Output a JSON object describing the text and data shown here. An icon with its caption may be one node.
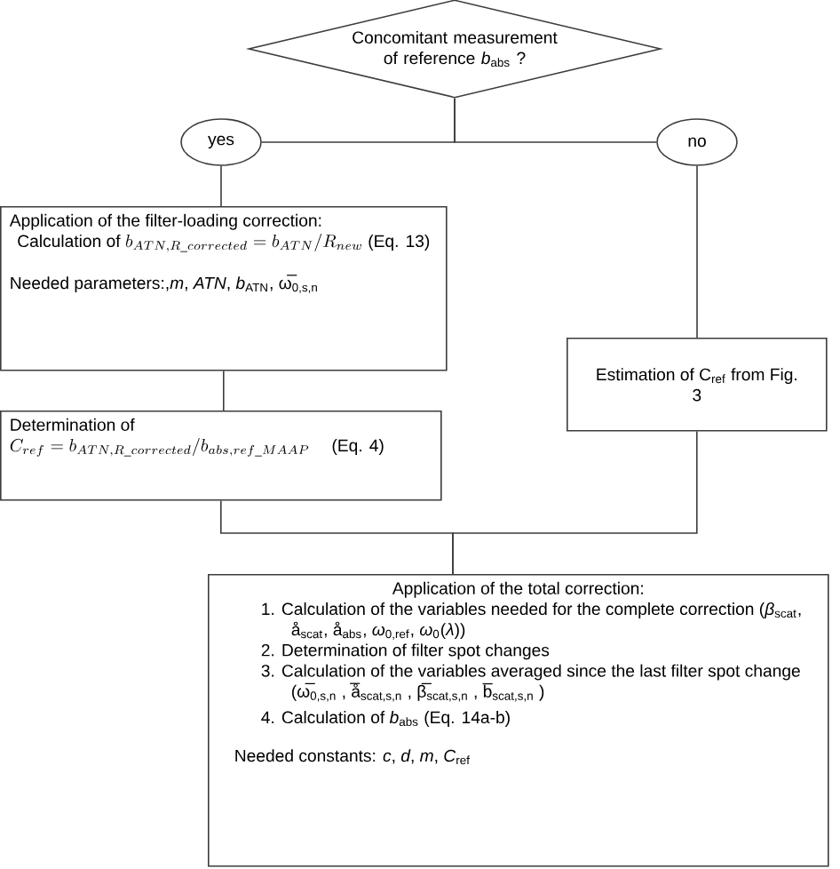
{
  "diagram": {
    "nodes": [
      {
        "text": [
          "Concomitant measurement of reference *b*$_{abs}$ ?"
        ]
      },
      {
        "text": [
          "yes"
        ]
      },
      {
        "text": [
          "no"
        ]
      },
      {
        "text": [
          "Application of the filter-loading correction:",
          "\\text{Calculation of } b_{ATN,R\\_corrected} = b_{ATN} / R_{new} \\text{ (Eq. 13)}",
          "Needed parameters:,*m*, *ATN*, *b*$_{ATN}$, ω̅$_{0,s,n}$"
        ]
      },
      {
        "text": [
          "Determination of",
          "C_{ref} = b_{ATN,R\\_corrected} / b_{abs,ref\\_MAAP} \\text{ \\quad(Eq. 4)}"
        ]
      },
      {
        "text": [
          "Estimation of C$_{ref}$ from Fig. 3"
        ]
      },
      {
        "text": [
          "Application of the total correction:",
          "1. Calculation of the variables needed for the complete correction (*β*$_{scat}$, å$_{scat}$, å$_{abs}$, *ω*$_{0,ref}$, *ω*$_{0}$(*λ*))",
          "2. Determination of filter spot changes",
          "3. Calculation of the variables averaged since the last filter spot change (ω̅$_{0,s,n}$ , å̅$_{scat,s,n}$ , β̅$_{scat,s,n}$ , b̅$_{scat,s,n}$ )",
          "4. Calculation of *b*$_{abs}$ (Eq. 14a-b)",
          "Needed constants: *c*, *d*, *m*, *C*$_{ref}$"
        ]
      }
    ],
    "edges": [
      {
        "from": 0,
        "to": 1,
        "arrow": "none"
      },
      {
        "from": 0,
        "to": 2,
        "arrow": "none"
      },
      {
        "from": 1,
        "to": 3,
        "arrow": "none"
      },
      {
        "from": 3,
        "to": 4,
        "arrow": "none"
      },
      {
        "from": 2,
        "to": 5,
        "arrow": "none"
      },
      {
        "from": 4,
        "to": 6,
        "arrow": "none"
      },
      {
        "from": 5,
        "to": 6,
        "arrow": "none"
      }
    ]
  }
}
